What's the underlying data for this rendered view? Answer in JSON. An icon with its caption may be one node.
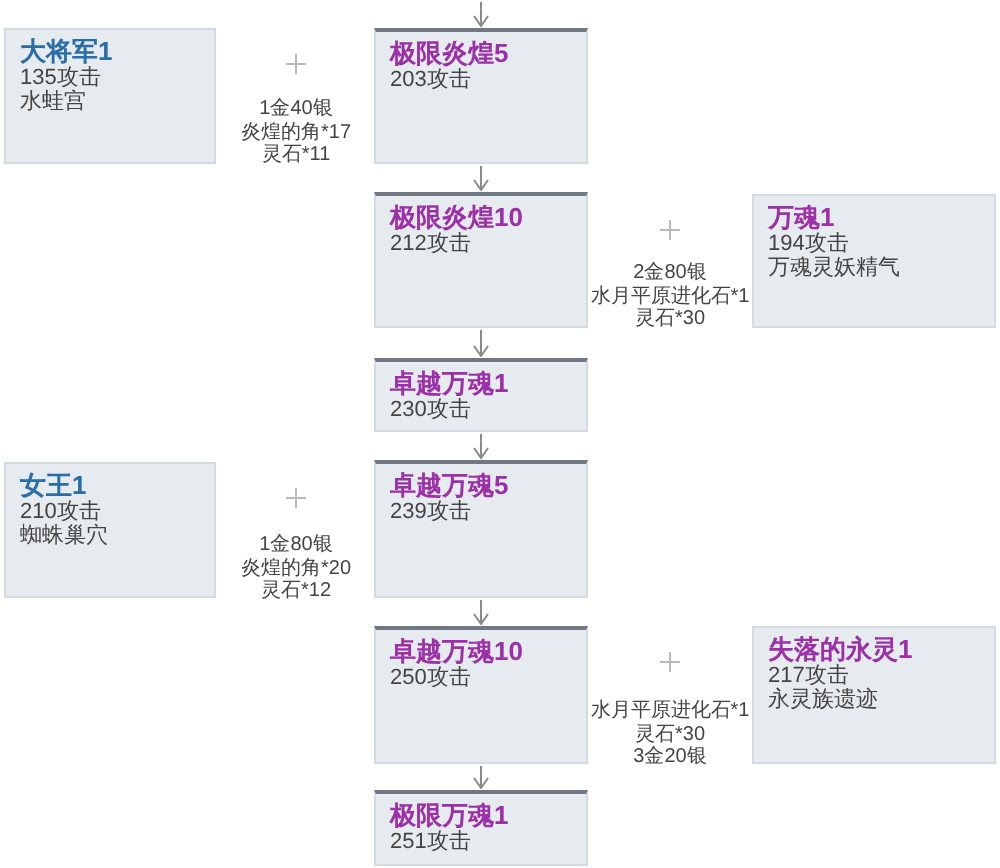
{
  "diagram": {
    "nodes": [
      {
        "text": [
          "大将军1",
          "135攻击",
          "水蛙宫"
        ]
      },
      {
        "text": [
          "极限炎煌5",
          "203攻击"
        ]
      },
      {
        "text": [
          "极限炎煌10",
          "212攻击"
        ]
      },
      {
        "text": [
          "万魂1",
          "194攻击",
          "万魂灵妖精气"
        ]
      },
      {
        "text": [
          "卓越万魂1",
          "230攻击"
        ]
      },
      {
        "text": [
          "女王1",
          "210攻击",
          "蜘蛛巢穴"
        ]
      },
      {
        "text": [
          "卓越万魂5",
          "239攻击"
        ]
      },
      {
        "text": [
          "卓越万魂10",
          "250攻击"
        ]
      },
      {
        "text": [
          "失落的永灵1",
          "217攻击",
          "永灵族遗迹"
        ]
      },
      {
        "text": [
          "极限万魂1",
          "251攻击"
        ]
      }
    ],
    "edges": [
      {
        "from": null,
        "to": 1,
        "arrow": "to"
      },
      {
        "from": 1,
        "to": 2,
        "arrow": "to"
      },
      {
        "from": 2,
        "to": 4,
        "arrow": "to"
      },
      {
        "from": 4,
        "to": 6,
        "arrow": "to"
      },
      {
        "from": 6,
        "to": 7,
        "arrow": "to"
      },
      {
        "from": 7,
        "to": 9,
        "arrow": "to"
      }
    ],
    "labels": [
      "1金40银",
      "炎煌的角*17",
      "灵石*11",
      "2金80银",
      "水月平原进化石*1",
      "灵石*30",
      "1金80银",
      "炎煌的角*20",
      "灵石*12",
      "水月平原进化石*1",
      "灵石*30",
      "3金20银"
    ]
  }
}
